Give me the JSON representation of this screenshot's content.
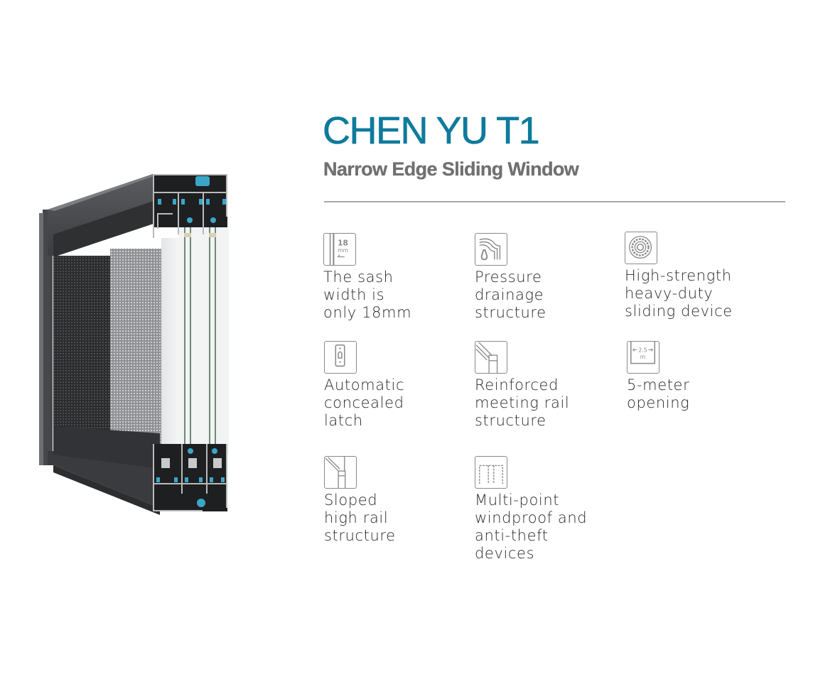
{
  "header": {
    "title": "CHEN YU T1",
    "subtitle": "Narrow Edge Sliding Window"
  },
  "colors": {
    "title": "#0f7a9c",
    "subtitle": "#707070",
    "divider": "#a7a7a7",
    "body_text": "#2a2a2a",
    "icon_stroke": "#8a8a8a",
    "frame_dark": "#3a3b3d",
    "gasket_blue": "#3aa6c8"
  },
  "product_image": {
    "subject": "aluminum-sliding-window-cross-section",
    "description": "Dark grey aluminum sliding window profile with insect screen mesh and double glazing, cut-away view showing profile chambers"
  },
  "features": [
    {
      "icon": "sash-width-18mm-icon",
      "icon_text": [
        "18",
        "mm"
      ],
      "label": "The sash\nwidth is\nonly 18mm"
    },
    {
      "icon": "pressure-drainage-icon",
      "label": "Pressure\ndrainage\nstructure"
    },
    {
      "icon": "heavy-duty-roller-icon",
      "label": "High-strength\nheavy-duty\nsliding device"
    },
    {
      "icon": "concealed-latch-icon",
      "label": "Automatic\nconcealed\nlatch"
    },
    {
      "icon": "meeting-rail-icon",
      "label": "Reinforced\nmeeting rail\nstructure"
    },
    {
      "icon": "opening-width-icon",
      "icon_text": [
        "2.5",
        "m"
      ],
      "label": "5-meter\nopening"
    },
    {
      "icon": "sloped-high-rail-icon",
      "label": "Sloped\nhigh rail\nstructure"
    },
    {
      "icon": "multi-point-lock-icon",
      "label": "Multi-point\nwindproof and\nanti-theft\ndevices"
    }
  ]
}
